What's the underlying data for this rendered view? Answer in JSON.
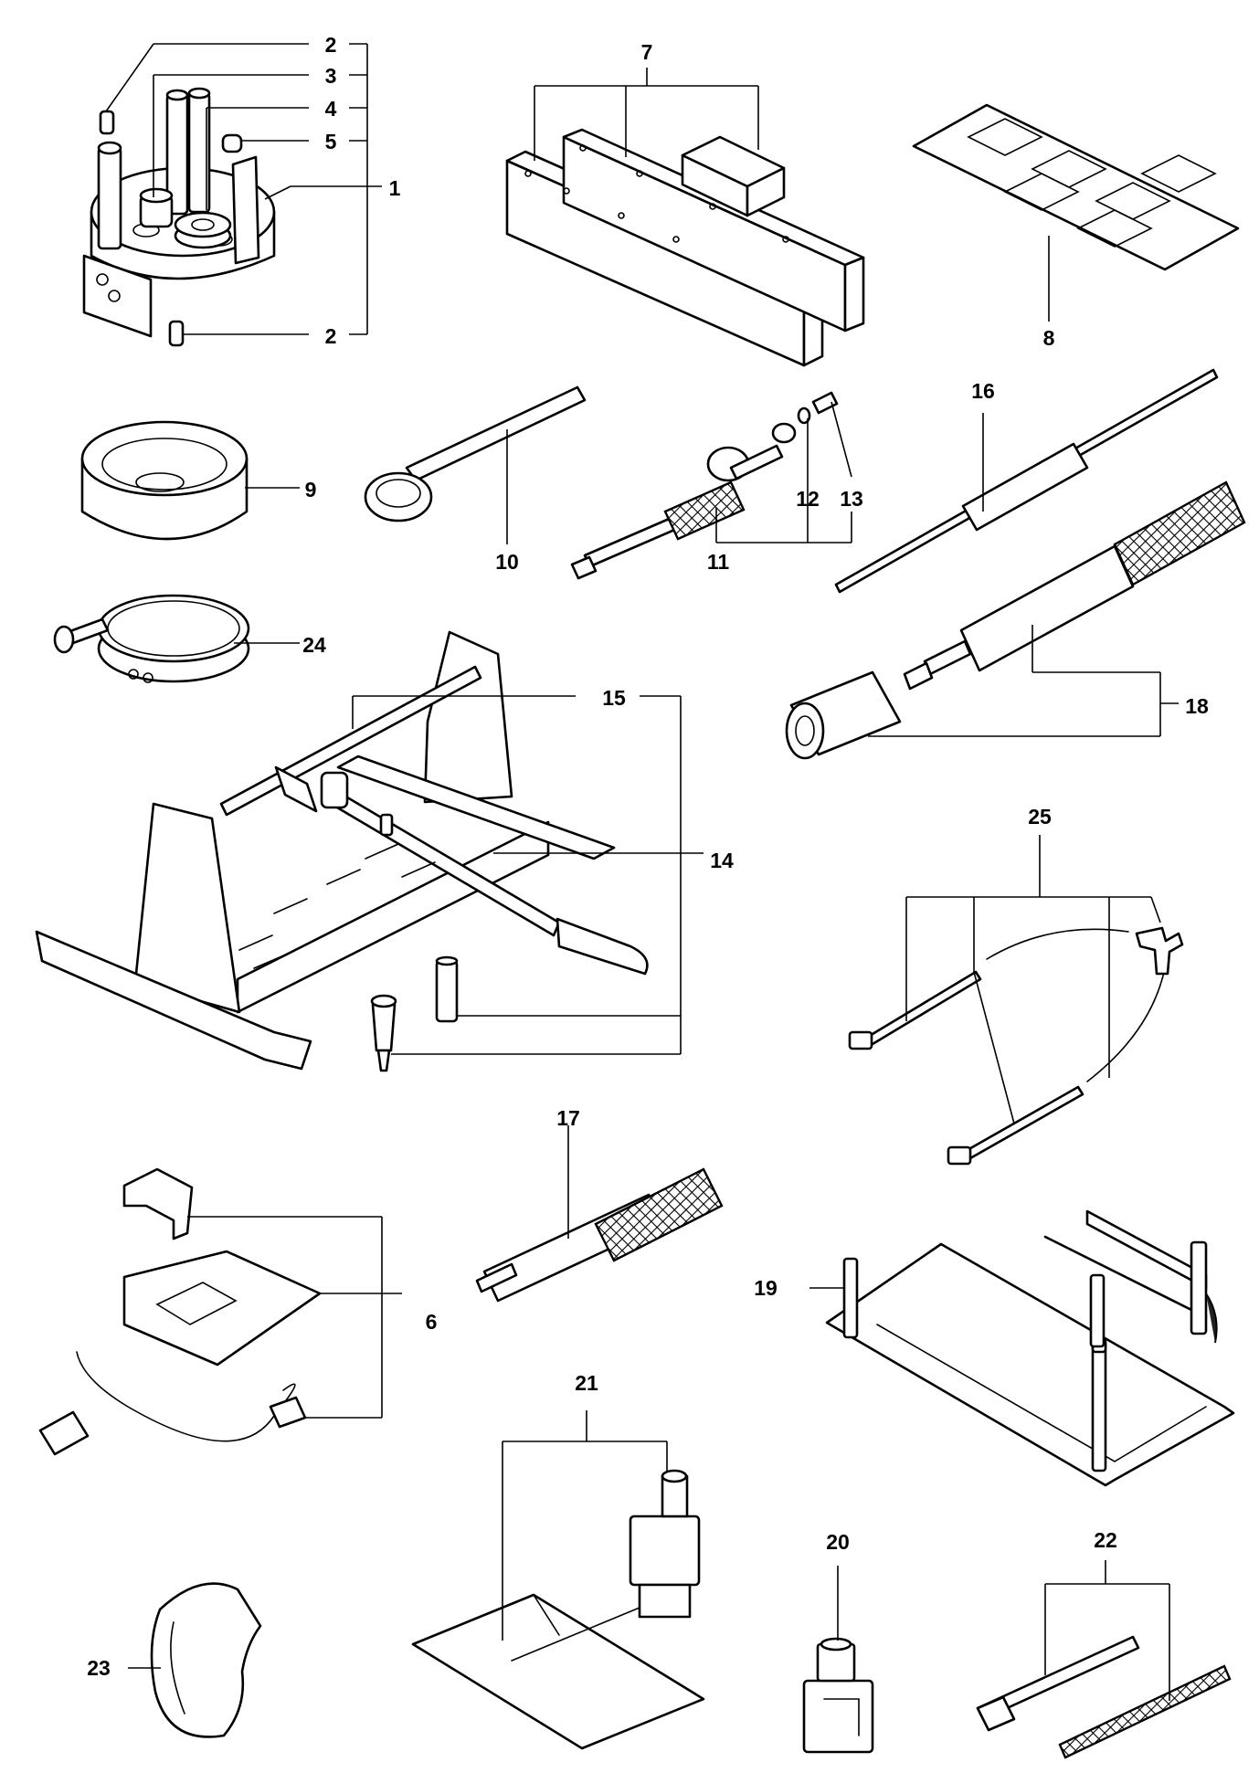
{
  "diagram": {
    "callouts": [
      {
        "id": "c1",
        "text": "1"
      },
      {
        "id": "c2a",
        "text": "2"
      },
      {
        "id": "c2b",
        "text": "2"
      },
      {
        "id": "c3",
        "text": "3"
      },
      {
        "id": "c4",
        "text": "4"
      },
      {
        "id": "c5",
        "text": "5"
      },
      {
        "id": "c6",
        "text": "6"
      },
      {
        "id": "c7",
        "text": "7"
      },
      {
        "id": "c8",
        "text": "8"
      },
      {
        "id": "c9",
        "text": "9"
      },
      {
        "id": "c10",
        "text": "10"
      },
      {
        "id": "c11",
        "text": "11"
      },
      {
        "id": "c12",
        "text": "12"
      },
      {
        "id": "c13",
        "text": "13"
      },
      {
        "id": "c14",
        "text": "14"
      },
      {
        "id": "c15",
        "text": "15"
      },
      {
        "id": "c16",
        "text": "16"
      },
      {
        "id": "c17",
        "text": "17"
      },
      {
        "id": "c18",
        "text": "18"
      },
      {
        "id": "c19",
        "text": "19"
      },
      {
        "id": "c20",
        "text": "20"
      },
      {
        "id": "c21",
        "text": "21"
      },
      {
        "id": "c22",
        "text": "22"
      },
      {
        "id": "c23",
        "text": "23"
      },
      {
        "id": "c24",
        "text": "24"
      },
      {
        "id": "c25",
        "text": "25"
      }
    ],
    "line_color": "#000000",
    "background": "#ffffff"
  }
}
